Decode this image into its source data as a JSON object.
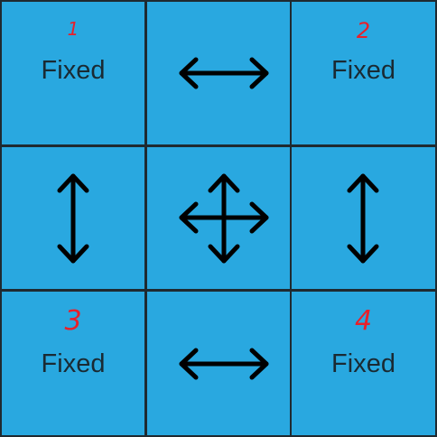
{
  "cells": [
    {
      "number": "1",
      "label": "Fixed"
    },
    {
      "icon": "horizontal-arrow-icon"
    },
    {
      "number": "2",
      "label": "Fixed"
    },
    {
      "icon": "vertical-arrow-icon"
    },
    {
      "icon": "move-arrows-icon"
    },
    {
      "icon": "vertical-arrow-icon"
    },
    {
      "number": "3",
      "label": "Fixed"
    },
    {
      "icon": "horizontal-arrow-icon"
    },
    {
      "number": "4",
      "label": "Fixed"
    }
  ],
  "colors": {
    "cell": "#29a8e0",
    "border": "#1f2a30",
    "number": "#e8202a",
    "label": "#1a2a33",
    "arrow": "#000000"
  }
}
